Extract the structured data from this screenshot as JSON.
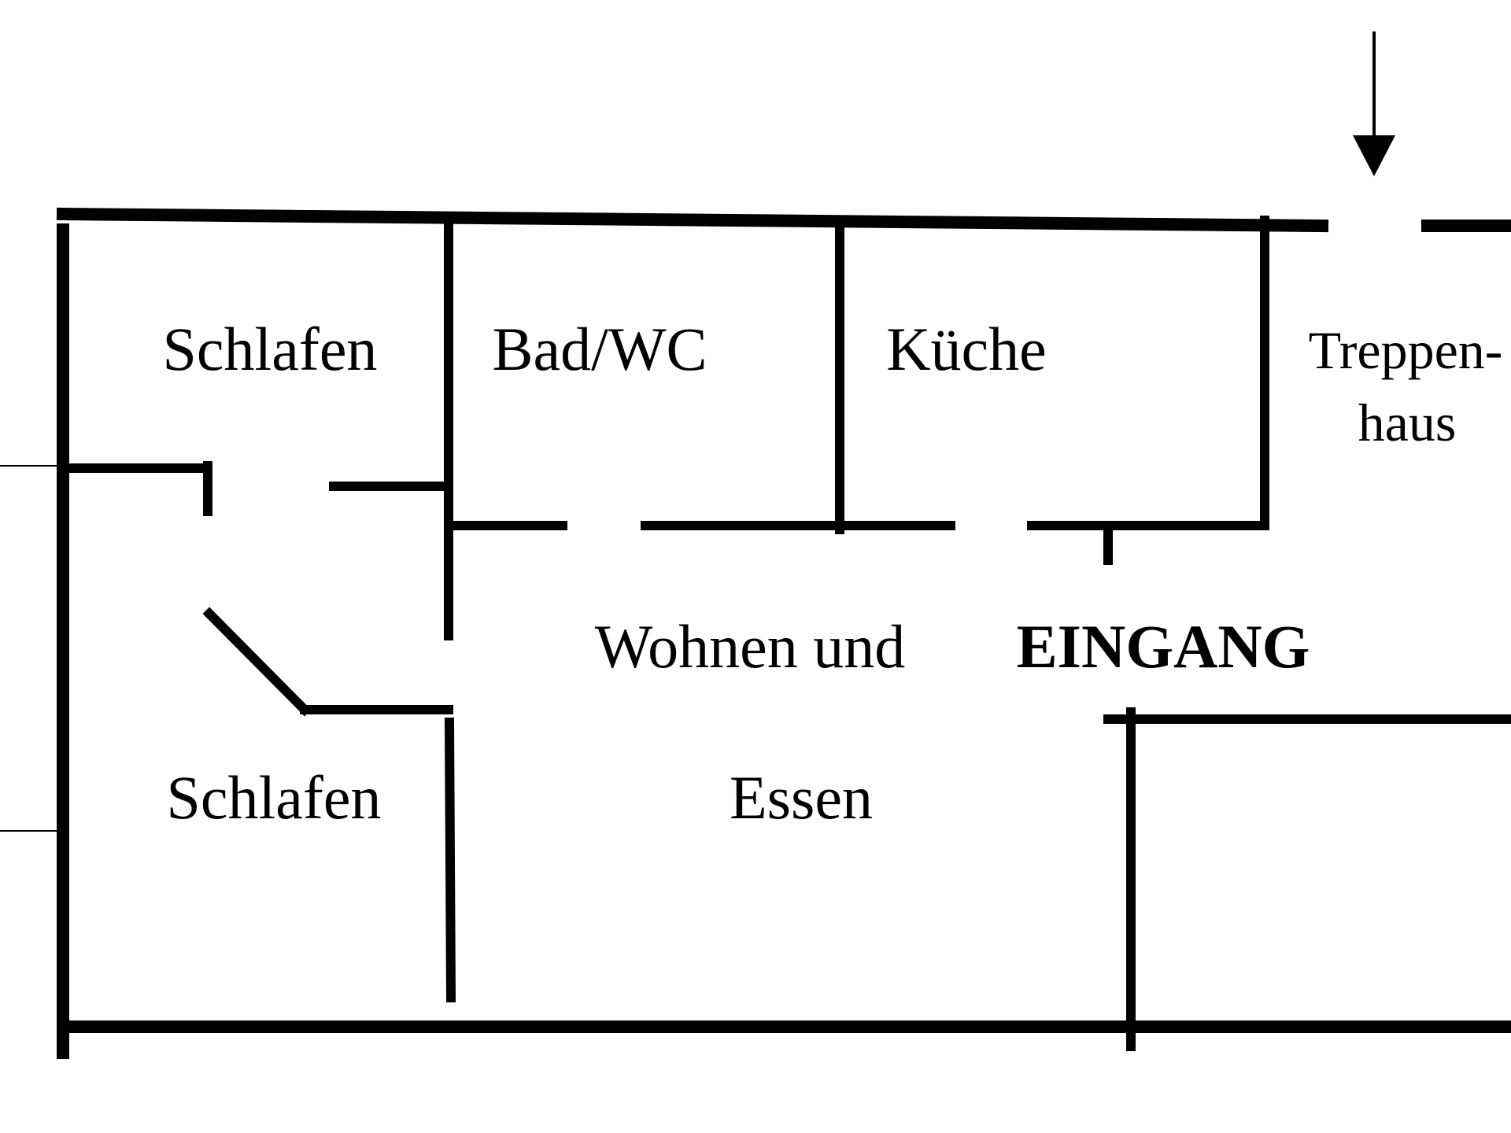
{
  "colors": {
    "wall": "#000000",
    "background": "#ffffff"
  },
  "rooms": {
    "schlafen_top": "Schlafen",
    "bad_wc": "Bad/WC",
    "kueche": "Küche",
    "treppenhaus_line1": "Treppen-",
    "treppenhaus_line2": "haus",
    "wohnen_line1": "Wohnen und",
    "wohnen_line2": "Essen",
    "schlafen_bottom": "Schlafen"
  },
  "entrance": {
    "label": "EINGANG",
    "marker": "arrow-down-icon"
  }
}
